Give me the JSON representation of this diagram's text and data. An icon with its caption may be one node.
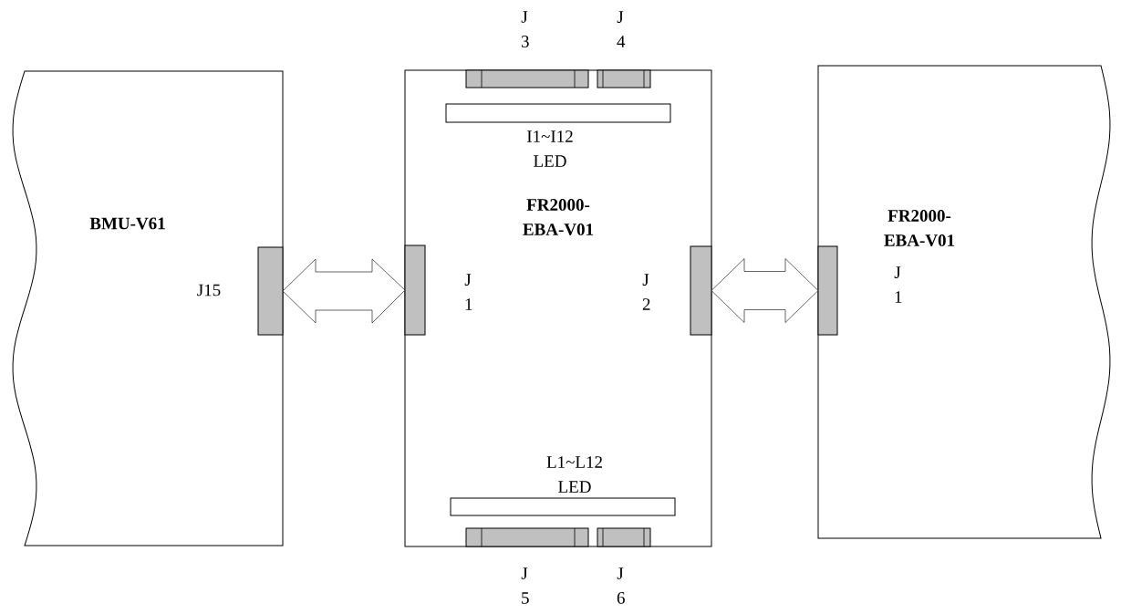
{
  "diagram": {
    "nodes": [
      {
        "text": [
          "BMU-V61"
        ]
      },
      {
        "text": [],
        "shape": "box",
        "beside": [
          "J15"
        ],
        "in": 0
      },
      {
        "text": [
          "FR2000- EBA-V01"
        ]
      },
      {
        "text": [],
        "shape": "box",
        "beside": [
          "J 3"
        ],
        "in": 2
      },
      {
        "text": [],
        "shape": "box",
        "beside": [
          "J 4"
        ],
        "in": 2
      },
      {
        "text": [],
        "shape": "bar",
        "beside": [
          "I1~I12 LED"
        ],
        "in": 2
      },
      {
        "text": [],
        "shape": "box",
        "beside": [
          "J 1"
        ],
        "in": 2
      },
      {
        "text": [],
        "shape": "box",
        "beside": [
          "J 2"
        ],
        "in": 2
      },
      {
        "text": [],
        "shape": "bar",
        "beside": [
          "L1~L12 LED"
        ],
        "in": 2
      },
      {
        "text": [],
        "shape": "box",
        "beside": [
          "J 5"
        ],
        "in": 2
      },
      {
        "text": [],
        "shape": "box",
        "beside": [
          "J 6"
        ],
        "in": 2
      },
      {
        "text": [
          "FR2000- EBA-V01"
        ]
      },
      {
        "text": [],
        "shape": "box",
        "beside": [
          "J 1"
        ],
        "in": 11
      }
    ],
    "edges": [
      {
        "from": 1,
        "to": 6,
        "arrow": "both"
      },
      {
        "from": 7,
        "to": 12,
        "arrow": "both"
      }
    ]
  }
}
